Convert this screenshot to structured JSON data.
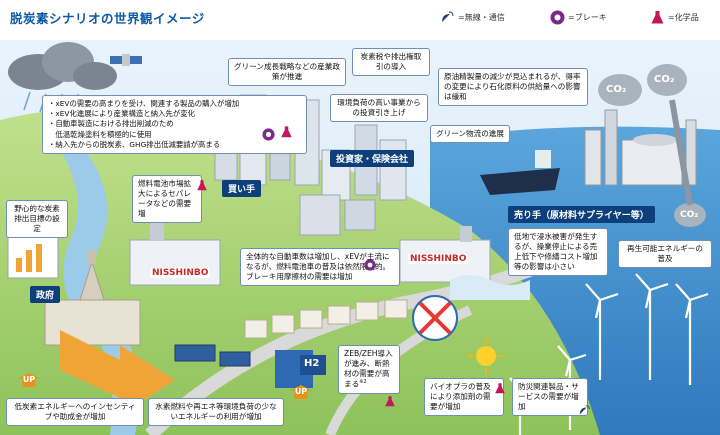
{
  "title": "脱炭素シナリオの世界観イメージ",
  "legend": [
    {
      "icon": "satellite-dish-icon",
      "label": "=無線・通信"
    },
    {
      "icon": "brake-disc-icon",
      "label": "=ブレーキ"
    },
    {
      "icon": "chemical-flask-icon",
      "label": "=化学品"
    }
  ],
  "bubbles": {
    "policy": "グリーン成長戦略などの産業政策が推進",
    "carbon_tax": "炭素税や排出権取引の導入",
    "investment": "環境負荷の高い事業からの投資引き上げ",
    "oil": "原油精製量の減少が見込まれるが、得率の変更により石化原料の供給量への影響は緩和",
    "green_logistics": "グリーン物流の進展",
    "targets": "野心的な炭素排出目標の設定",
    "fuel_cell": "燃料電池市場拡大によるセパレータなどの需要増",
    "vehicles": "全体的な自動車数は増加し、xEVが主流になるが、燃料電池車の普及は依然限定的。ブレーキ用摩擦材の需要は増加",
    "lowland": "低地で浸水被害が発生するが、操業停止による売上低下や修繕コスト増加等の影響は小さい",
    "renewable": "再生可能エネルギーの普及",
    "incentive": "低炭素エネルギーへのインセンティブや助成金が増加",
    "hydrogen": "水素燃料や再エネ等環境負荷の少ないエネルギーの利用が増加",
    "zeb": "ZEB/ZEH導入が進み、断熱材の需要が高まる",
    "zeb_note": "※2",
    "bioplastic": "バイオプラの普及により添加剤の需要が増加",
    "disaster": "防災関連製品・サービスの需要が増加"
  },
  "bullets": [
    "・xEVの需要の高まりを受け、関連する製品の購入が増加",
    "・xEV化進展により産業構造と納入先が変化",
    "・自動車製造における排出削減のため",
    "　低温乾燥塗料を積極的に使用",
    "・納入先からの脱炭素、GHG排出低減要請が高まる"
  ],
  "tags": {
    "investor": "投資家・保険会社",
    "buyer": "買い手",
    "seller": "売り手（原材料サプライヤー等）",
    "government": "政府"
  },
  "badges": {
    "up": "UP",
    "co2": "CO₂",
    "h2": "H2",
    "logo": "NISSHINBO"
  },
  "colors": {
    "title": "#0b5aa6",
    "tag": "#0d3f7a",
    "up": "#e8921c",
    "sea": "#3d8fce",
    "grass": "#a8d46f",
    "flask": "#c2185b",
    "brake": "#7b2a8c",
    "dish": "#1f3f75"
  }
}
